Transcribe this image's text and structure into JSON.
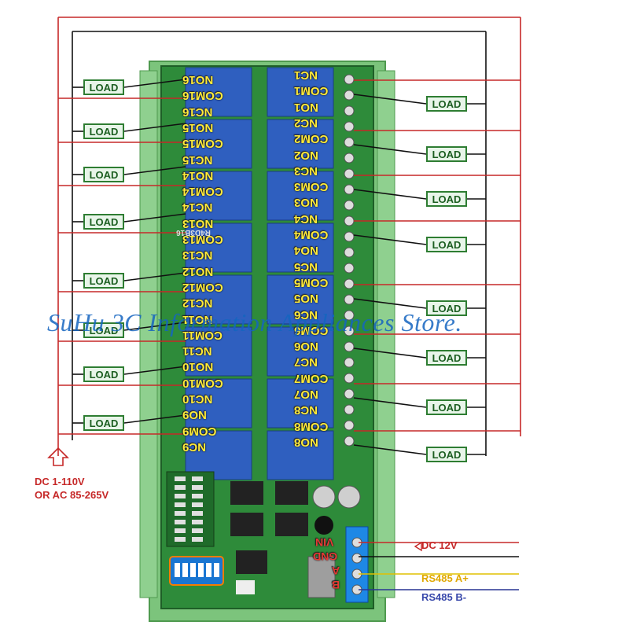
{
  "watermark": "SuHu 3C Information Appliances Store.",
  "load_label": "LOAD",
  "power_in": {
    "line1": "DC 1-110V",
    "line2": "OR AC 85-265V"
  },
  "right_inputs": {
    "dc12": "DC 12V",
    "rs485_a": "RS485 A+",
    "rs485_b": "RS485 B-"
  },
  "board_model": "R4D3B16",
  "bottom_terminals": [
    "VIN",
    "GND",
    "A",
    "B"
  ],
  "left_terminals": [
    "NO16",
    "COM16",
    "NC16",
    "NO15",
    "COM15",
    "NC15",
    "NO14",
    "COM14",
    "NC14",
    "NO13",
    "COM13",
    "NC13",
    "NO12",
    "COM12",
    "NC12",
    "NO11",
    "COM11",
    "NC11",
    "NO10",
    "COM10",
    "NC10",
    "NO9",
    "COM9",
    "NC9"
  ],
  "right_terminals": [
    "NC1",
    "COM1",
    "NO1",
    "NC2",
    "COM2",
    "NO2",
    "NC3",
    "COM3",
    "NO3",
    "NC4",
    "COM4",
    "NO4",
    "NC5",
    "COM5",
    "NO5",
    "NC6",
    "COM6",
    "NO6",
    "NC7",
    "COM7",
    "NO7",
    "NC8",
    "COM8",
    "NO8"
  ],
  "colors": {
    "wire_red": "#c62828",
    "wire_black": "#111111",
    "wire_yellow": "#e0c000",
    "wire_blue": "#283593",
    "board": "#2e8b3a",
    "relay": "#2f5fbf",
    "rail": "#7cc47c",
    "load_border": "#2e7d32"
  }
}
